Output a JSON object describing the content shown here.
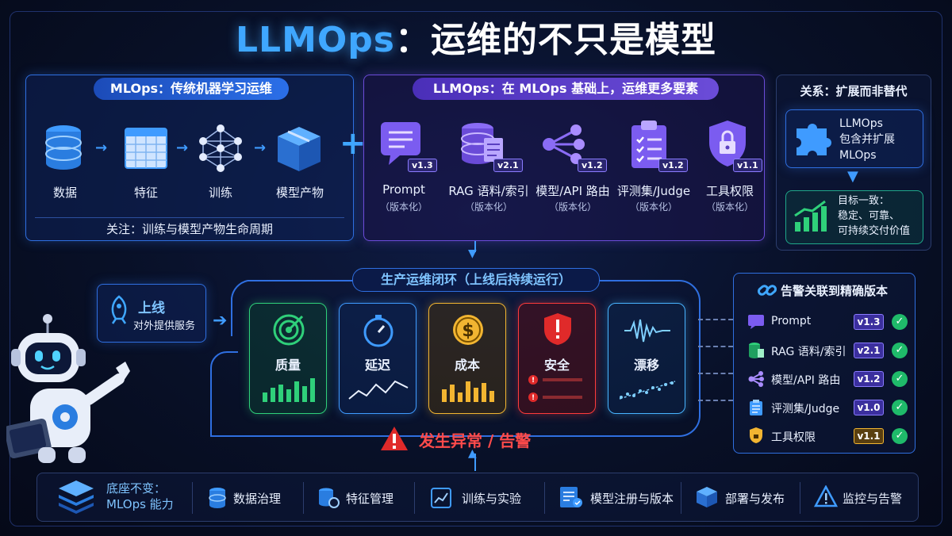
{
  "title": {
    "part1": "LLMOps",
    "part2": "：运维的不只是模型"
  },
  "mlops": {
    "header": "MLOps：传统机器学习运维",
    "steps": [
      "数据",
      "特征",
      "训练",
      "模型产物"
    ],
    "focus": "关注：训练与模型产物生命周期"
  },
  "plus": "+",
  "llmops": {
    "header": "LLMOps：在 MLOps 基础上，运维更多要素",
    "items": [
      {
        "label": "Prompt",
        "sub": "（版本化）",
        "version": "v1.3"
      },
      {
        "label": "RAG 语料/索引",
        "sub": "（版本化）",
        "version": "v2.1"
      },
      {
        "label": "模型/API 路由",
        "sub": "（版本化）",
        "version": "v1.2"
      },
      {
        "label": "评测集/Judge",
        "sub": "（版本化）",
        "version": "v1.2"
      },
      {
        "label": "工具权限",
        "sub": "（版本化）",
        "version": "v1.1"
      }
    ]
  },
  "relation": {
    "header": "关系：扩展而非替代",
    "box1": [
      "LLMOps",
      "包含并扩展",
      "MLOps"
    ],
    "box2": [
      "目标一致：",
      "稳定、可靠、",
      "可持续交付价值"
    ]
  },
  "loop": {
    "header": "生产运维闭环（上线后持续运行）",
    "launch_title": "上线",
    "launch_sub": "对外提供服务",
    "cards": [
      {
        "label": "质量",
        "color": "#2fd07a"
      },
      {
        "label": "延迟",
        "color": "#3f9bff"
      },
      {
        "label": "成本",
        "color": "#f2b531"
      },
      {
        "label": "安全",
        "color": "#ff3b3b"
      },
      {
        "label": "漂移",
        "color": "#48b4ff"
      }
    ],
    "alert": "发生异常 / 告警"
  },
  "mapping": {
    "header": "告警关联到精确版本",
    "rows": [
      {
        "label": "Prompt",
        "version": "v1.3"
      },
      {
        "label": "RAG 语料/索引",
        "version": "v2.1"
      },
      {
        "label": "模型/API 路由",
        "version": "v1.2"
      },
      {
        "label": "评测集/Judge",
        "version": "v1.0"
      },
      {
        "label": "工具权限",
        "version": "v1.1"
      }
    ],
    "check": "✓"
  },
  "base": {
    "title1": "底座不变：",
    "title2": "MLOps 能力",
    "items": [
      "数据治理",
      "特征管理",
      "训练与实验",
      "模型注册与版本",
      "部署与发布",
      "监控与告警"
    ]
  }
}
